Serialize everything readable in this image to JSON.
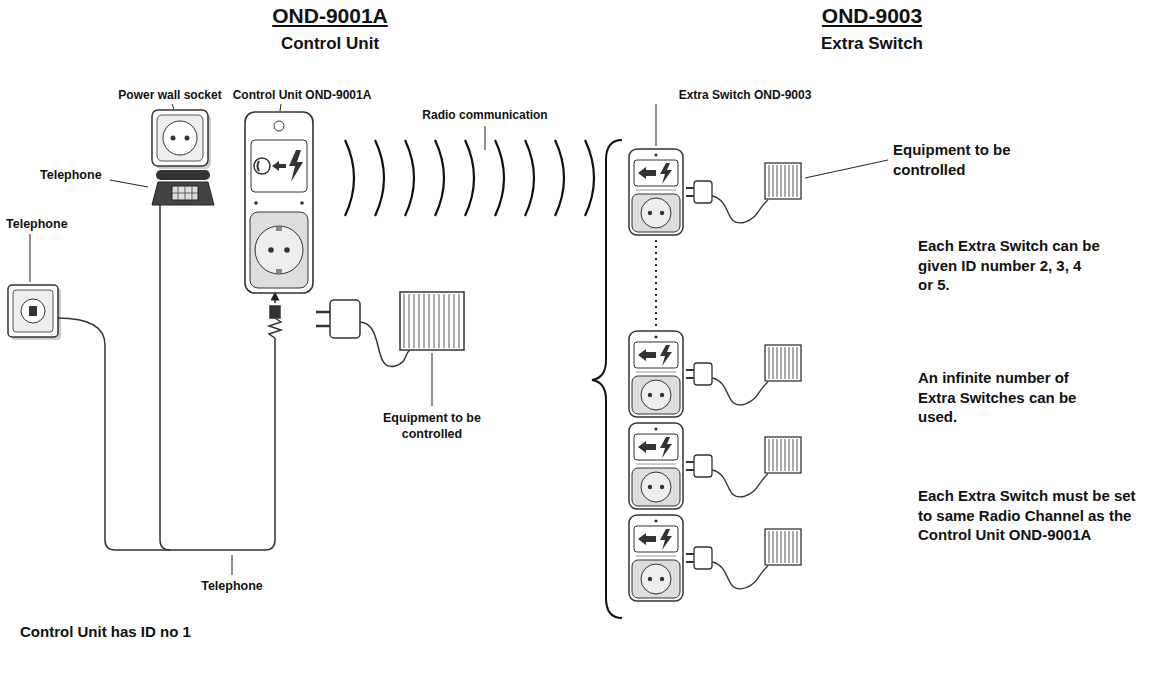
{
  "diagram": {
    "labels": [
      "OND-9001A",
      "Control Unit",
      "OND-9003",
      "Extra Switch",
      "Power wall socket",
      "Control Unit OND-9001A",
      "Radio communication",
      "Extra Switch OND-9003",
      "Telephone",
      "Telephone",
      "Telephone",
      "Equipment to be controlled",
      "Equipment to be controlled",
      "Control Unit has ID no 1",
      "Each Extra Switch can be given ID number 2, 3, 4 or 5.",
      "An infinite number of Extra Switches can be used.",
      "Each Extra Switch must be set to same Radio Channel as the Control Unit OND-9001A"
    ]
  }
}
